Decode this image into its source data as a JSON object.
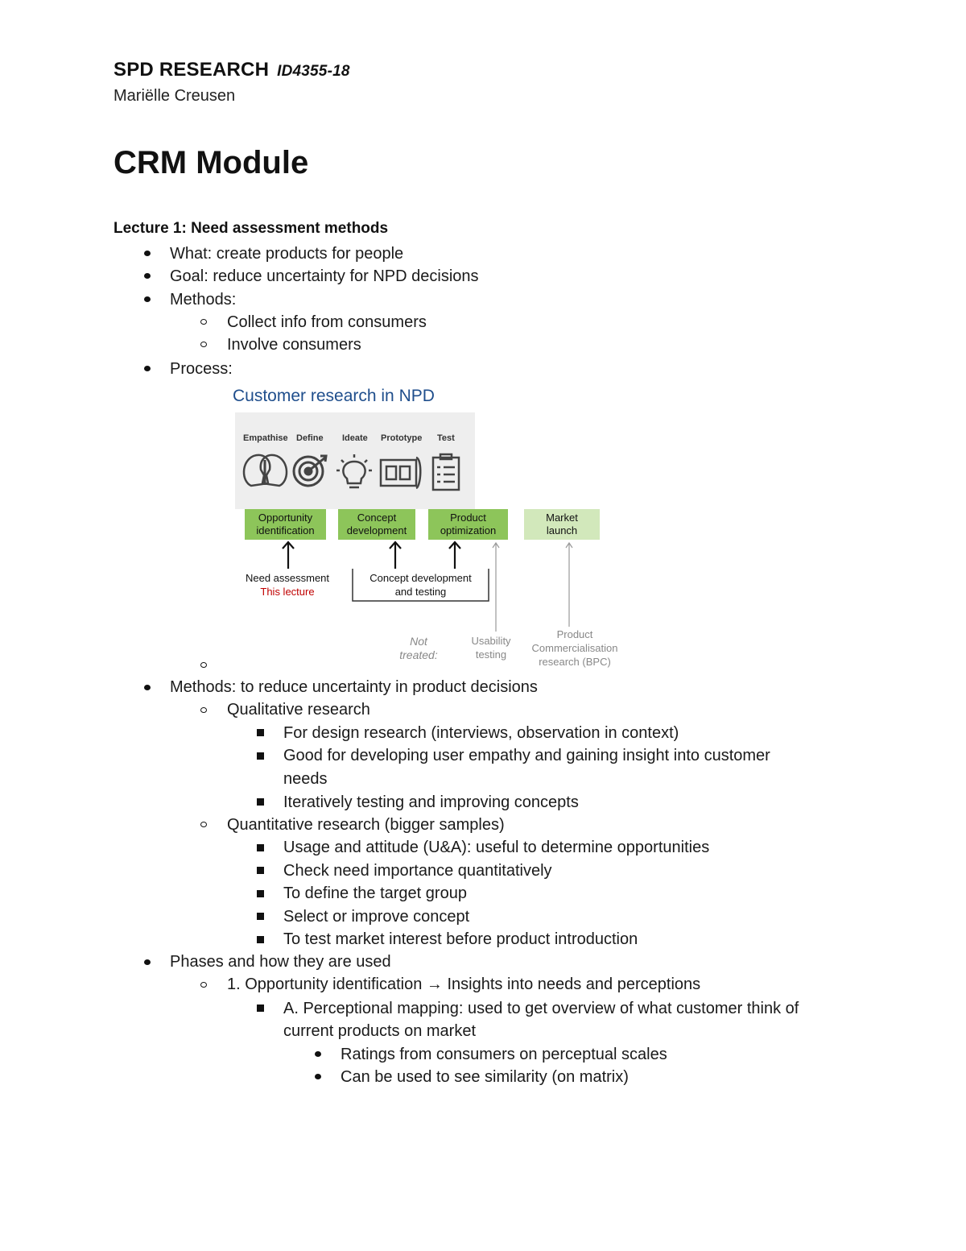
{
  "header": {
    "title": "SPD RESEARCH",
    "code": "ID4355-18",
    "author": "Mariëlle Creusen"
  },
  "doc_title": "CRM Module",
  "lecture_heading": "Lecture 1: Need assessment methods",
  "lines": {
    "l1": "What: create products for people",
    "l2": "Goal: reduce uncertainty for NPD decisions",
    "l3": "Methods:",
    "l3a": "Collect info from consumers",
    "l3b": "Involve consumers",
    "l4": "Process:",
    "l5": "Methods: to reduce uncertainty in product decisions",
    "l5a": "Qualitative research",
    "l5a1": "For design research (interviews, observation in context)",
    "l5a2a": "Good for developing user empathy and gaining insight into customer",
    "l5a2b": "needs",
    "l5a3": "Iteratively testing and improving concepts",
    "l5b": "Quantitative research (bigger samples)",
    "l5b1": "Usage and attitude (U&A): useful to determine opportunities",
    "l5b2": "Check need importance quantitatively",
    "l5b3": "To define the target group",
    "l5b4": "Select or improve concept",
    "l5b5": "To test market interest before product introduction",
    "l6": "Phases and how they are used",
    "l6a": "1. Opportunity identification → Insights into needs and perceptions",
    "l6a1a": "A. Perceptional mapping: used to get overview of what customer think of",
    "l6a1b": "current products on market",
    "l6a1i": "Ratings from consumers on perceptual scales",
    "l6a1ii": "Can be used to see similarity (on matrix)"
  },
  "figure": {
    "title": "Customer research in NPD",
    "steps": [
      "Empathise",
      "Define",
      "Ideate",
      "Prototype",
      "Test"
    ],
    "boxes": {
      "b1_l1": "Opportunity",
      "b1_l2": "identification",
      "b2_l1": "Concept",
      "b2_l2": "development",
      "b3_l1": "Product",
      "b3_l2": "optimization",
      "b4_l1": "Market",
      "b4_l2": "launch"
    },
    "captions": {
      "need": "Need assessment",
      "this": "This lecture",
      "cdt_l1": "Concept development",
      "cdt_l2": "and testing",
      "not_l1": "Not",
      "not_l2": "treated:",
      "use_l1": "Usability",
      "use_l2": "testing",
      "bpc_l1": "Product",
      "bpc_l2": "Commercialisation",
      "bpc_l3": "research (BPC)"
    },
    "colors": {
      "title": "#1f4e8c",
      "green": "#8dc55a",
      "light_green": "#d2e8bb",
      "red": "#c00000"
    }
  }
}
